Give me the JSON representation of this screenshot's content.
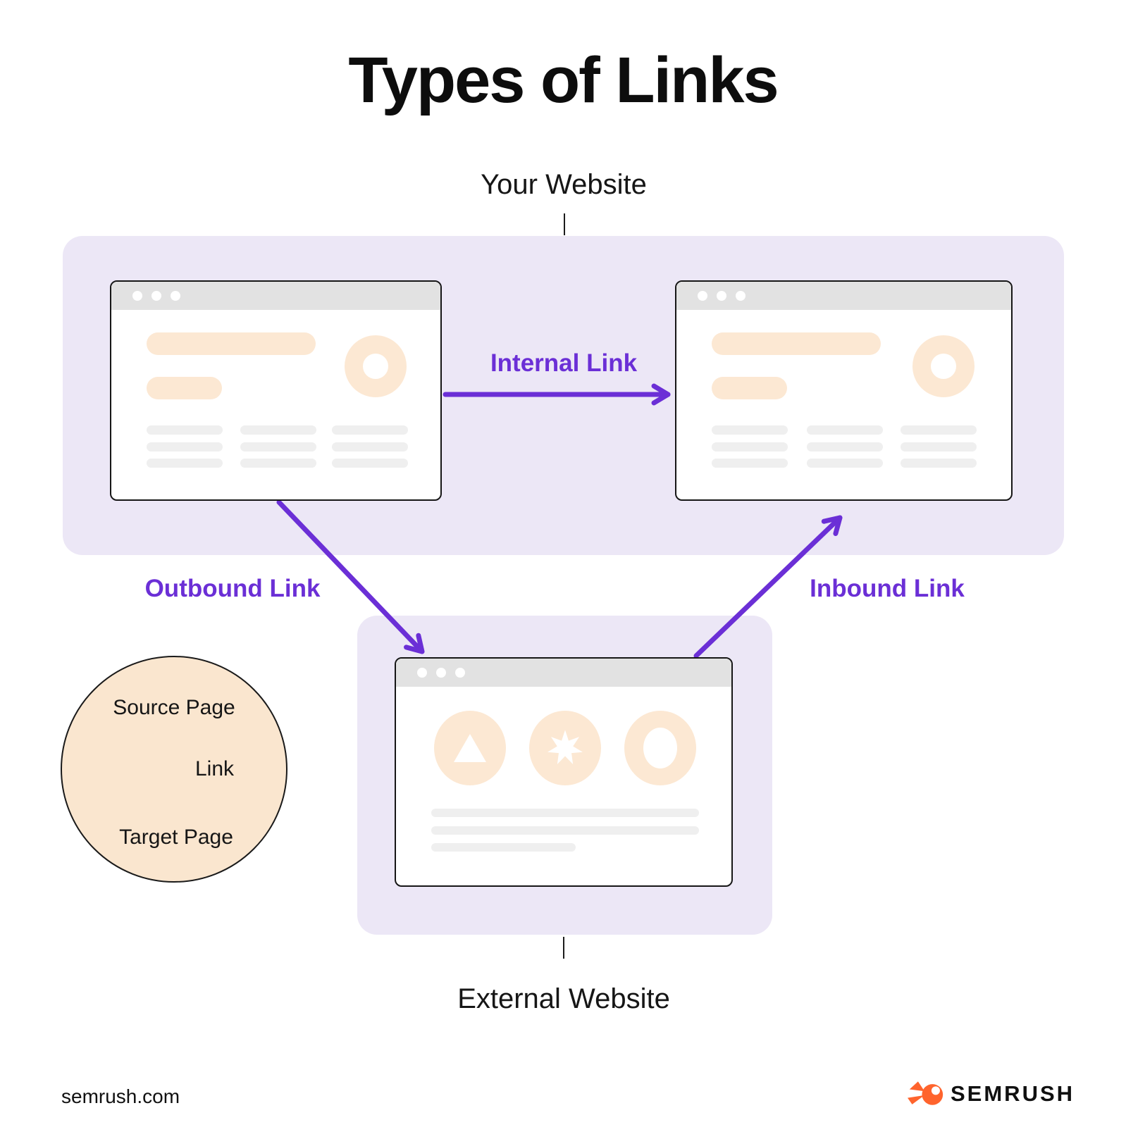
{
  "title": "Types of Links",
  "colors": {
    "accent_purple": "#6B2FD6",
    "lavender_panel": "#ECE7F6",
    "peach": "#FCE8D3",
    "legend_peach": "#FAE6CF",
    "titlebar_gray": "#E2E2E2",
    "line_gray": "#EFEFEF",
    "window_border": "#161616",
    "logo_orange": "#FF642D",
    "text_black": "#0D0D0D"
  },
  "header": {
    "your_website_label": "Your Website"
  },
  "arrows": {
    "internal_label": "Internal Link",
    "outbound_label": "Outbound Link",
    "inbound_label": "Inbound Link"
  },
  "external": {
    "external_website_label": "External Website"
  },
  "legend": {
    "source_label": "Source Page",
    "link_label": "Link",
    "target_label": "Target Page"
  },
  "footer": {
    "domain": "semrush.com",
    "brand": "SEMRUSH"
  },
  "icons": {
    "window_controls": "window-control-dots",
    "placeholder_shapes": [
      "triangle-icon",
      "star-icon",
      "ring-icon"
    ],
    "brand_icon": "semrush-flame-icon"
  }
}
